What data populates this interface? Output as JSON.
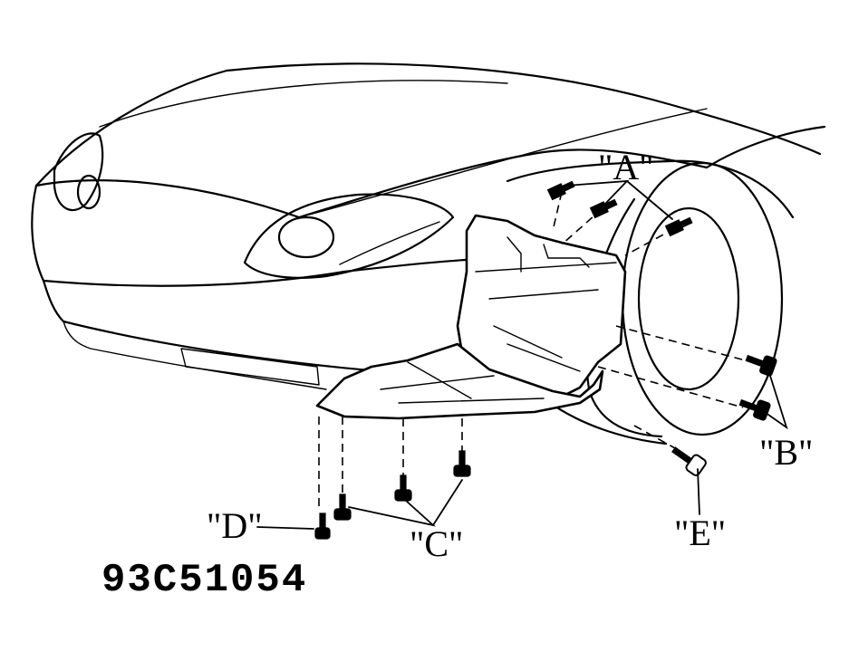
{
  "diagram": {
    "labels": {
      "a": "\"A\"",
      "b": "\"B\"",
      "c": "\"C\"",
      "d": "\"D\"",
      "e": "\"E\""
    },
    "figure_code": "93C51054"
  }
}
